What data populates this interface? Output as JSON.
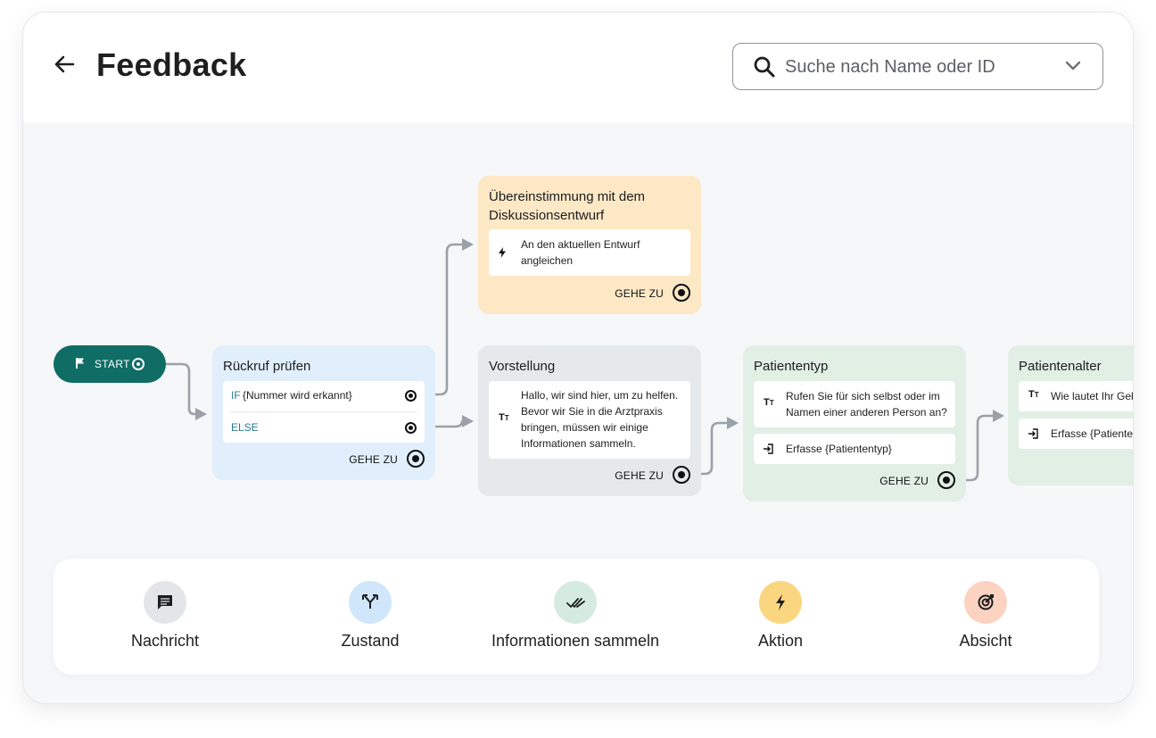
{
  "header": {
    "title": "Feedback",
    "search_placeholder": "Suche nach Name oder ID"
  },
  "start": {
    "label": "START"
  },
  "nodes": {
    "rueckruf": {
      "title": "Rückruf prüfen",
      "if_keyword": "IF",
      "if_text": "{Nummer wird erkannt}",
      "else_text": "ELSE",
      "goto": "GEHE ZU"
    },
    "uebereinstimmung": {
      "title_line1": "Übereinstimmung mit dem",
      "title_line2": "Diskussionsentwurf",
      "action_line1": "An den aktuellen Entwurf",
      "action_line2": "angleichen",
      "goto": "GEHE ZU"
    },
    "vorstellung": {
      "title": "Vorstellung",
      "msg_line1": "Hallo, wir sind hier, um zu helfen.",
      "msg_line2": "Bevor wir Sie in die Arztpraxis",
      "msg_line3": "bringen, müssen wir einige",
      "msg_line4": "Informationen sammeln.",
      "goto": "GEHE ZU"
    },
    "patiententyp": {
      "title": "Patiententyp",
      "q_line1": "Rufen Sie für sich selbst oder im",
      "q_line2": "Namen einer anderen Person an?",
      "capture": "Erfasse {Patiententyp}",
      "goto": "GEHE ZU"
    },
    "patientenalter": {
      "title": "Patientenalter",
      "q_line1": "Wie lautet Ihr Geb",
      "capture": "Erfasse {Patienten"
    }
  },
  "palette": [
    {
      "label": "Nachricht",
      "icon": "message-icon",
      "color": "#e3e5e8"
    },
    {
      "label": "Zustand",
      "icon": "branch-icon",
      "color": "#cfe6fb"
    },
    {
      "label": "Informationen sammeln",
      "icon": "double-check-icon",
      "color": "#d5ebe0"
    },
    {
      "label": "Aktion",
      "icon": "bolt-icon",
      "color": "#fbd680"
    },
    {
      "label": "Absicht",
      "icon": "target-icon",
      "color": "#fcd3c1"
    }
  ],
  "colors": {
    "start": "#0f6d66",
    "condition": "#e1effc",
    "action": "#fde8c6",
    "message": "#e6e9ec",
    "collect": "#e1efe5",
    "wire": "#9aa1a8"
  }
}
